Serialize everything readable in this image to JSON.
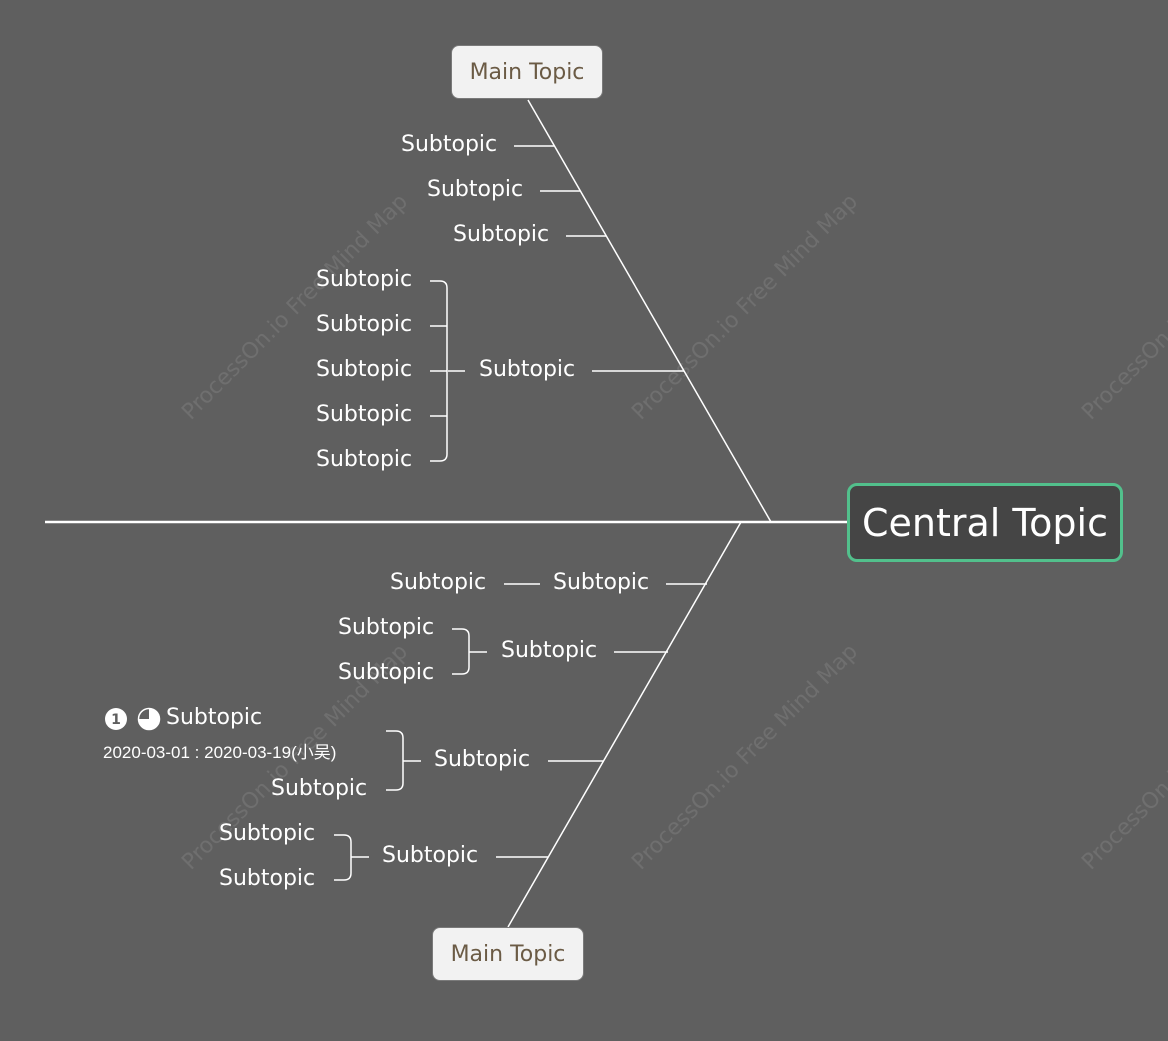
{
  "central_topic": "Central Topic",
  "watermark": "ProcessOn.io Free Mind Map",
  "colors": {
    "background": "#5f5f5f",
    "central_border": "#52c08c",
    "central_fill": "#454545",
    "main_topic_fill": "#f2f2f2",
    "main_topic_text": "#6b5b45"
  },
  "top_branch": {
    "main_topic": "Main Topic",
    "subtopics": [
      "Subtopic",
      "Subtopic",
      "Subtopic"
    ],
    "group": {
      "label": "Subtopic",
      "children": [
        "Subtopic",
        "Subtopic",
        "Subtopic",
        "Subtopic",
        "Subtopic"
      ]
    }
  },
  "bottom_branch": {
    "main_topic": "Main Topic",
    "item1": {
      "label": "Subtopic",
      "child": "Subtopic"
    },
    "item2": {
      "label": "Subtopic",
      "children": [
        "Subtopic",
        "Subtopic"
      ]
    },
    "item3": {
      "label": "Subtopic",
      "task": {
        "priority_icon": "priority-1-icon",
        "progress_icon": "progress-75-icon",
        "label": "Subtopic",
        "dates": "2020-03-01 : 2020-03-19(小吴)"
      },
      "child": "Subtopic"
    },
    "item4": {
      "label": "Subtopic",
      "children": [
        "Subtopic",
        "Subtopic"
      ]
    }
  }
}
